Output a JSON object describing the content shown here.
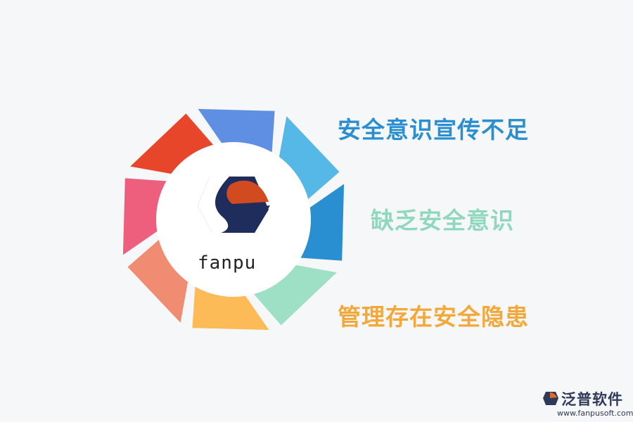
{
  "items": [
    {
      "text": "安全意识宣传不足",
      "color": "#2a8fd0"
    },
    {
      "text": "缺乏安全意识",
      "color": "#8fd8bd"
    },
    {
      "text": "管理存在安全隐患",
      "color": "#f3a83a"
    }
  ],
  "logo": {
    "text": "fanpu"
  },
  "watermark": {
    "brand": "泛普软件",
    "url": "www.fanpusoft.com"
  },
  "segment_colors": [
    "#56b8e6",
    "#2a8fd0",
    "#9ee0c6",
    "#fdbb57",
    "#f08c72",
    "#ee5f7d",
    "#e8462a",
    "#5f8fe3"
  ]
}
